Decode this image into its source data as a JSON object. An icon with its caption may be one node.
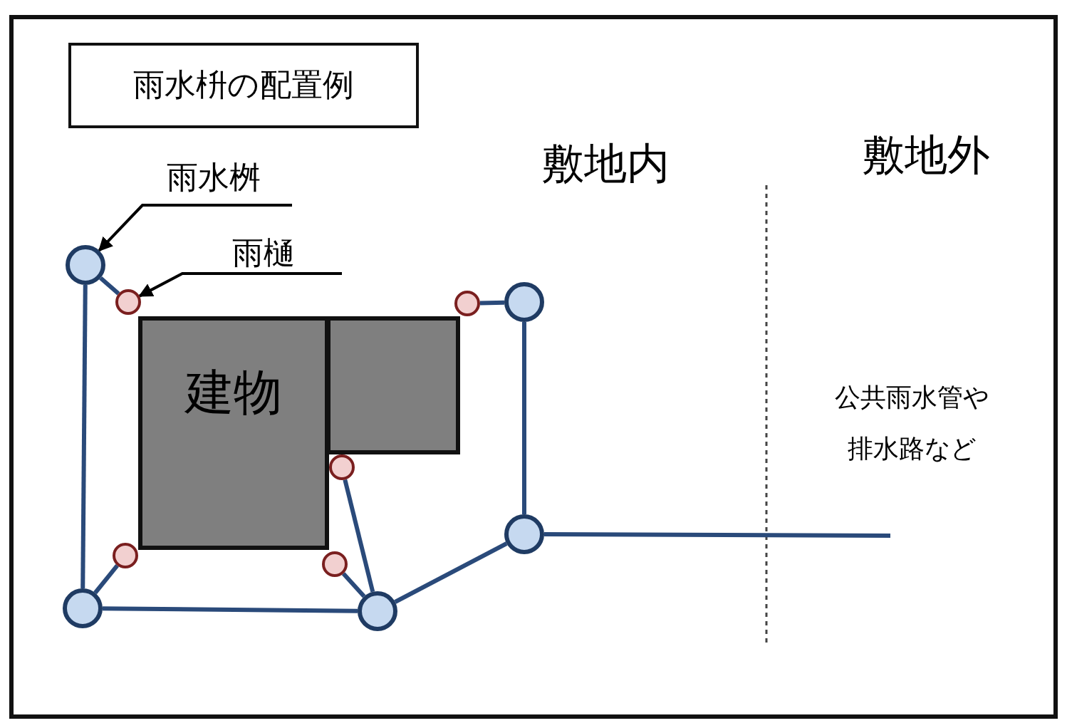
{
  "diagram": {
    "nodes": [
      {
        "text": [
          "雨水枡の配置例"
        ]
      },
      {
        "text": [
          "雨水桝"
        ]
      },
      {
        "text": [
          "雨樋"
        ]
      },
      {
        "text": [],
        "shape": "circle"
      },
      {
        "text": [],
        "shape": "circle"
      },
      {
        "text": [],
        "shape": "circle"
      },
      {
        "text": [],
        "shape": "circle"
      },
      {
        "text": [
          "建物"
        ]
      },
      {
        "text": [],
        "shape": "circle"
      },
      {
        "text": [],
        "shape": "circle"
      },
      {
        "text": [],
        "shape": "circle"
      },
      {
        "text": [],
        "shape": "circle"
      },
      {
        "text": [],
        "shape": "circle"
      },
      {
        "text": [],
        "shape": "circle"
      },
      {
        "text": [],
        "shape": "box"
      }
    ],
    "edges": [
      {
        "from": 1,
        "to": 3,
        "arrow": "to",
        "color": "#000000"
      },
      {
        "from": 2,
        "to": 4,
        "arrow": "to",
        "color": "#000000"
      },
      {
        "from": 3,
        "to": 4,
        "arrow": "none"
      },
      {
        "from": 5,
        "to": 6,
        "arrow": "none"
      },
      {
        "from": 3,
        "to": 12,
        "arrow": "none"
      },
      {
        "from": 6,
        "to": 10,
        "arrow": "none"
      },
      {
        "from": 8,
        "to": 13,
        "arrow": "none"
      },
      {
        "from": 9,
        "to": 12,
        "arrow": "none"
      },
      {
        "from": 11,
        "to": 13,
        "arrow": "none"
      },
      {
        "from": 12,
        "to": 13,
        "arrow": "none"
      },
      {
        "from": 13,
        "to": 10,
        "arrow": "none"
      },
      {
        "from": 10,
        "to": null,
        "arrow": "none"
      }
    ],
    "labels": [
      "敷地内",
      "敷地外",
      "公共雨水管や排水路など"
    ]
  }
}
